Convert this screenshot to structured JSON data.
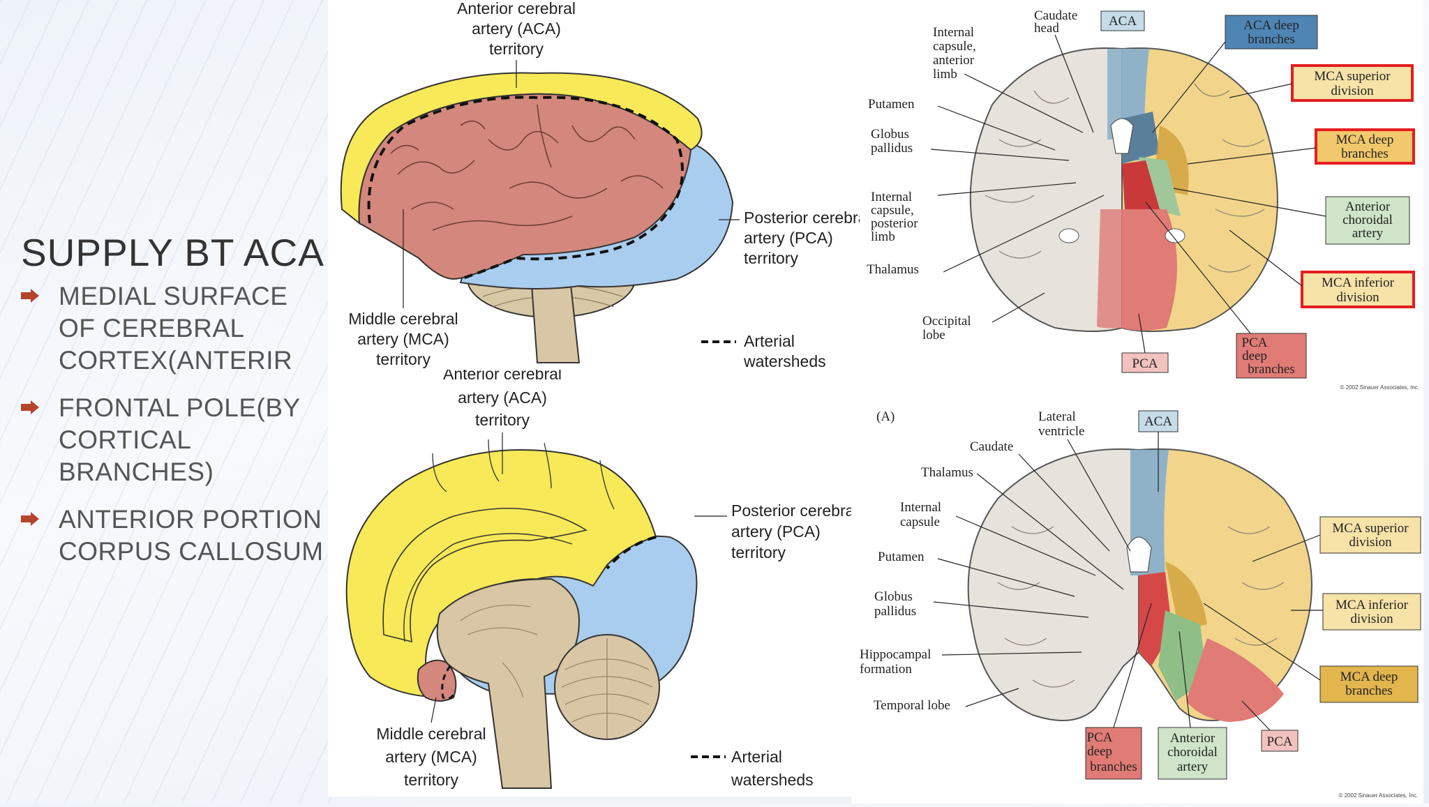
{
  "slide": {
    "title": "SUPPLY BT ACA",
    "bullets": [
      "MEDIAL SURFACE OF CEREBRAL CORTEX(ANTERIR",
      "FRONTAL POLE(BY CORTICAL BRANCHES)",
      "ANTERIOR PORTION CORPUS CALLOSUM"
    ],
    "accent_color": "#b5442e"
  },
  "lateral": {
    "aca": [
      "Anterior cerebral",
      "artery (ACA)",
      "territory"
    ],
    "pca": [
      "Posterior cerebral",
      "artery (PCA)",
      "territory"
    ],
    "mca": [
      "Middle cerebral",
      "artery (MCA)",
      "territory"
    ],
    "watershed": [
      "Arterial",
      "watersheds"
    ]
  },
  "medial": {
    "aca": [
      "Anterior cerebral",
      "artery (ACA)",
      "territory"
    ],
    "pca": [
      "Posterior cerebral",
      "artery (PCA)",
      "territory"
    ],
    "mca": [
      "Middle cerebral",
      "artery (MCA)",
      "territory"
    ],
    "watershed": [
      "Arterial",
      "watersheds"
    ]
  },
  "axial": {
    "left_labels": {
      "caudate_head": [
        "Caudate",
        "head"
      ],
      "ic_anterior": [
        "Internal",
        "capsule,",
        "anterior",
        "limb"
      ],
      "putamen": "Putamen",
      "globus": [
        "Globus",
        "pallidus"
      ],
      "ic_posterior": [
        "Internal",
        "capsule,",
        "posterior",
        "limb"
      ],
      "thalamus": "Thalamus",
      "occipital": [
        "Occipital",
        "lobe"
      ]
    },
    "boxes": {
      "aca": "ACA",
      "aca_deep": [
        "ACA deep",
        "branches"
      ],
      "mca_sup": [
        "MCA superior",
        "division"
      ],
      "mca_deep": [
        "MCA deep",
        "branches"
      ],
      "ant_chor": [
        "Anterior",
        "choroidal",
        "artery"
      ],
      "mca_inf": [
        "MCA inferior",
        "division"
      ],
      "pca_deep": [
        "PCA",
        "deep",
        "branches"
      ],
      "pca": "PCA"
    },
    "copyright": "© 2002 Sinauer Associates, Inc."
  },
  "coronal": {
    "panel_letter": "(A)",
    "left_labels": {
      "lateral_ventricle": [
        "Lateral",
        "ventricle"
      ],
      "caudate": "Caudate",
      "thalamus": "Thalamus",
      "internal_capsule": [
        "Internal",
        "capsule"
      ],
      "putamen": "Putamen",
      "globus": [
        "Globus",
        "pallidus"
      ],
      "hippocampal": [
        "Hippocampal",
        "formation"
      ],
      "temporal": "Temporal lobe"
    },
    "boxes": {
      "aca": "ACA",
      "mca_sup": [
        "MCA superior",
        "division"
      ],
      "mca_inf": [
        "MCA inferior",
        "division"
      ],
      "mca_deep": [
        "MCA deep",
        "branches"
      ],
      "pca_deep": [
        "PCA",
        "deep",
        "branches"
      ],
      "ant_chor": [
        "Anterior",
        "choroidal",
        "artery"
      ],
      "pca": "PCA"
    },
    "copyright": "© 2002 Sinauer Associates, Inc."
  },
  "colors": {
    "aca_yellow": "#f7e957",
    "mca_pink": "#d4877c",
    "pca_blue": "#a9cdee",
    "stem_tan": "#d9c6a4",
    "section_aca": "#8fb2c8",
    "section_mca": "#f2d58b",
    "section_pca": "#e07b76",
    "section_chor": "#9fc79a",
    "red_border": "#e41e1e"
  }
}
